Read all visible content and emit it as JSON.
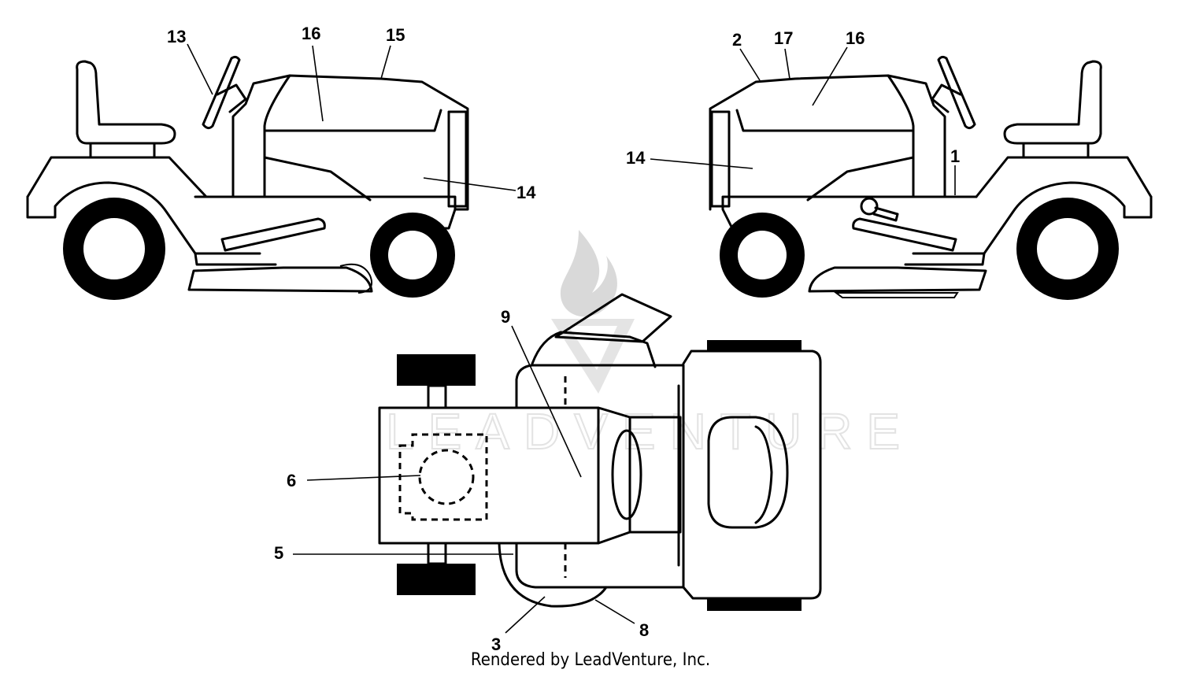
{
  "watermark": {
    "text": "LEADVENTURE"
  },
  "callouts": {
    "c13": "13",
    "c16a": "16",
    "c15": "15",
    "c14a": "14",
    "c2": "2",
    "c17": "17",
    "c16b": "16",
    "c14b": "14",
    "c1": "1",
    "c9": "9",
    "c6": "6",
    "c5": "5",
    "c3": "3",
    "c8": "8"
  },
  "footer": {
    "text": "Rendered by LeadVenture, Inc."
  }
}
